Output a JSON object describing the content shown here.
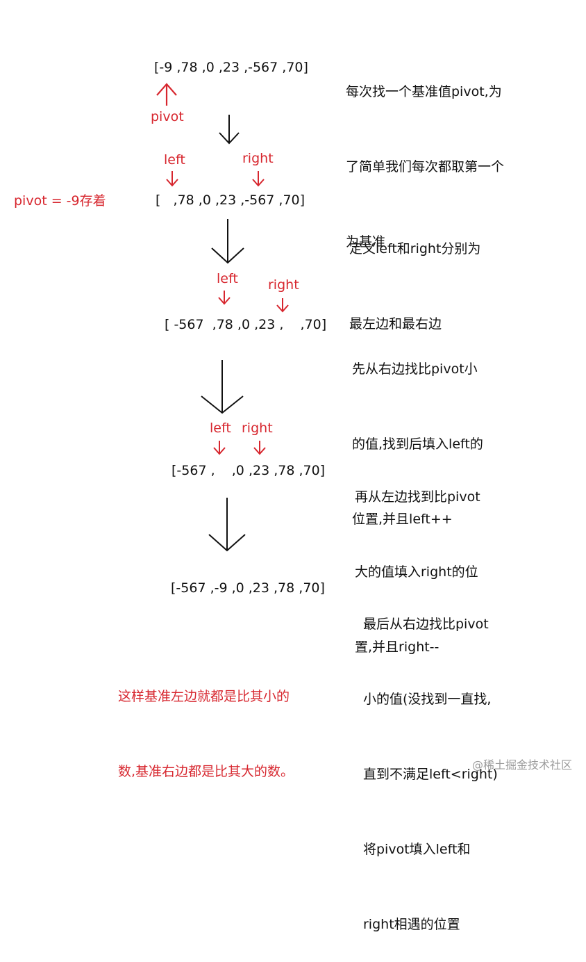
{
  "steps": [
    {
      "array": "[-9 ,78 ,0 ,23 ,-567 ,70]",
      "pointer": "pivot",
      "note": [
        "每次找一个基准值pivot,为",
        "了简单我们每次都取第一个",
        "为基准"
      ]
    },
    {
      "array": "[   ,78 ,0 ,23 ,-567 ,70]",
      "left": "left",
      "right": "right",
      "side_note": "pivot = -9存着",
      "note": [
        "定义left和right分别为",
        "最左边和最右边"
      ]
    },
    {
      "array": "[ -567  ,78 ,0 ,23 ,    ,70]",
      "left": "left",
      "right": "right",
      "note": [
        "先从右边找比pivot小",
        "的值,找到后填入left的",
        "位置,并且left++"
      ]
    },
    {
      "array": "[-567 ,    ,0 ,23 ,78 ,70]",
      "left": "left",
      "right": "right",
      "note": [
        "再从左边找到比pivot",
        "大的值填入right的位",
        "置,并且right--"
      ]
    },
    {
      "array": "[-567 ,-9 ,0 ,23 ,78 ,70]",
      "note": [
        "最后从右边找比pivot",
        "小的值(没找到一直找,",
        "直到不满足left<right)",
        "将pivot填入left和",
        "right相遇的位置"
      ]
    }
  ],
  "conclusion": [
    "这样基准左边就都是比其小的",
    "数,基准右边都是比其大的数。"
  ],
  "watermark": "@稀土掘金技术社区",
  "colors": {
    "accent": "#d7262e",
    "text": "#111111",
    "watermark": "#9a9a9a"
  }
}
